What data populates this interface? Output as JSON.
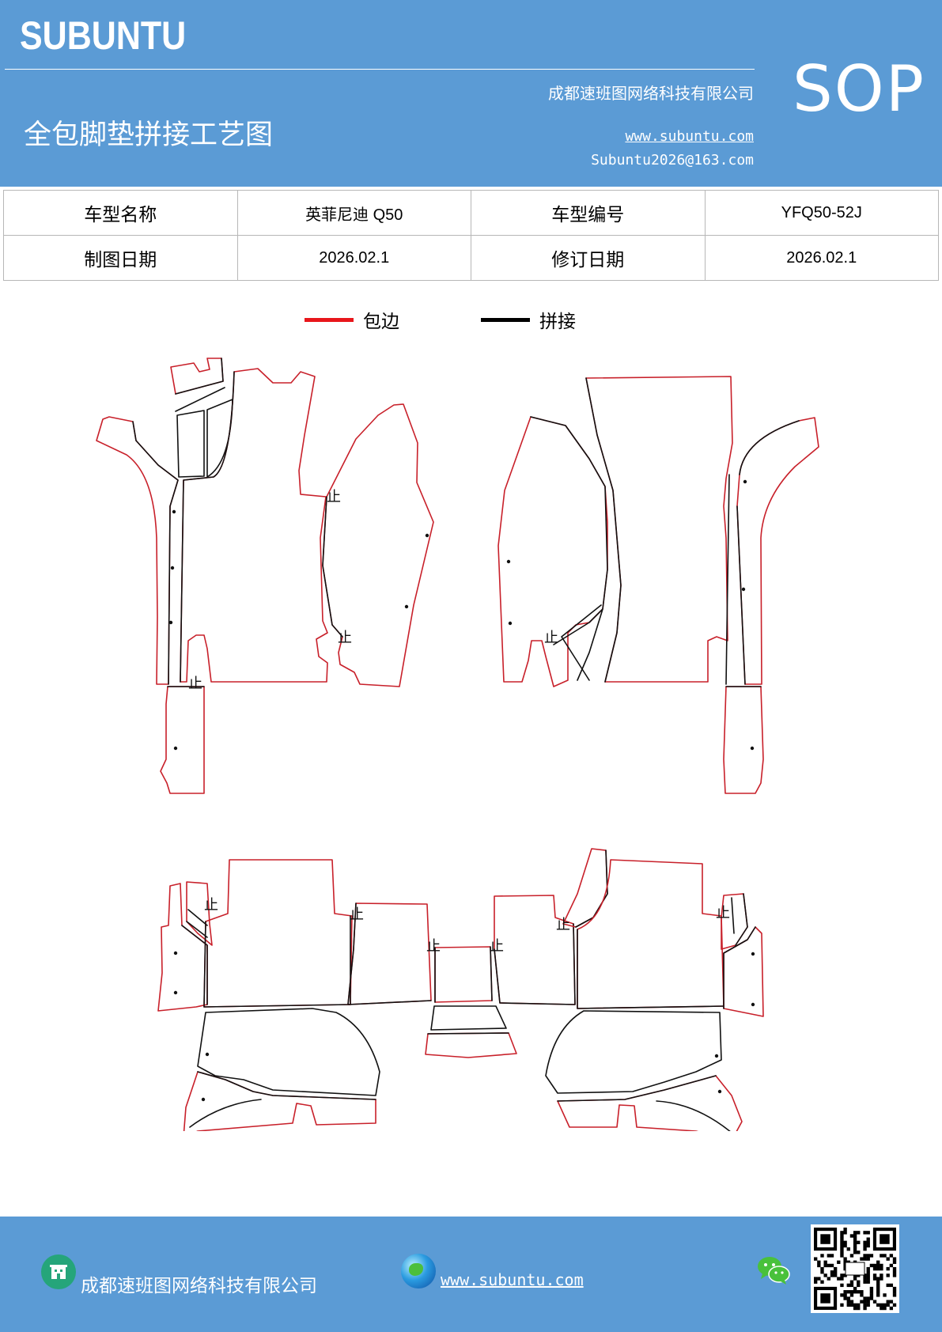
{
  "header": {
    "brand": "SUBUNTU",
    "company": "成都速班图网络科技有限公司",
    "title": "全包脚垫拼接工艺图",
    "website": "www.subuntu.com",
    "email": "Subuntu2026@163.com",
    "doc_type": "SOP"
  },
  "info_table": {
    "rows": [
      [
        {
          "text": "车型名称",
          "kind": "label"
        },
        {
          "text": "英菲尼迪 Q50",
          "kind": "val"
        },
        {
          "text": "车型编号",
          "kind": "label"
        },
        {
          "text": "YFQ50-52J",
          "kind": "val"
        }
      ],
      [
        {
          "text": "制图日期",
          "kind": "label"
        },
        {
          "text": "2026.02.1",
          "kind": "val"
        },
        {
          "text": "修订日期",
          "kind": "label"
        },
        {
          "text": "2026.02.1",
          "kind": "val"
        }
      ]
    ]
  },
  "legend": {
    "edge_label": "包边",
    "edge_color": "#e8161b",
    "seam_label": "拼接",
    "seam_color": "#000000"
  },
  "diagram": {
    "stop_mark": "止",
    "edge_color": "#c8202a",
    "seam_color": "#111111"
  },
  "footer": {
    "company": "成都速班图网络科技有限公司",
    "website": "www.subuntu.com",
    "company_icon": "building-icon",
    "web_icon": "globe-icon",
    "wechat_icon": "wechat-icon",
    "qr_icon": "qr-code-icon"
  }
}
